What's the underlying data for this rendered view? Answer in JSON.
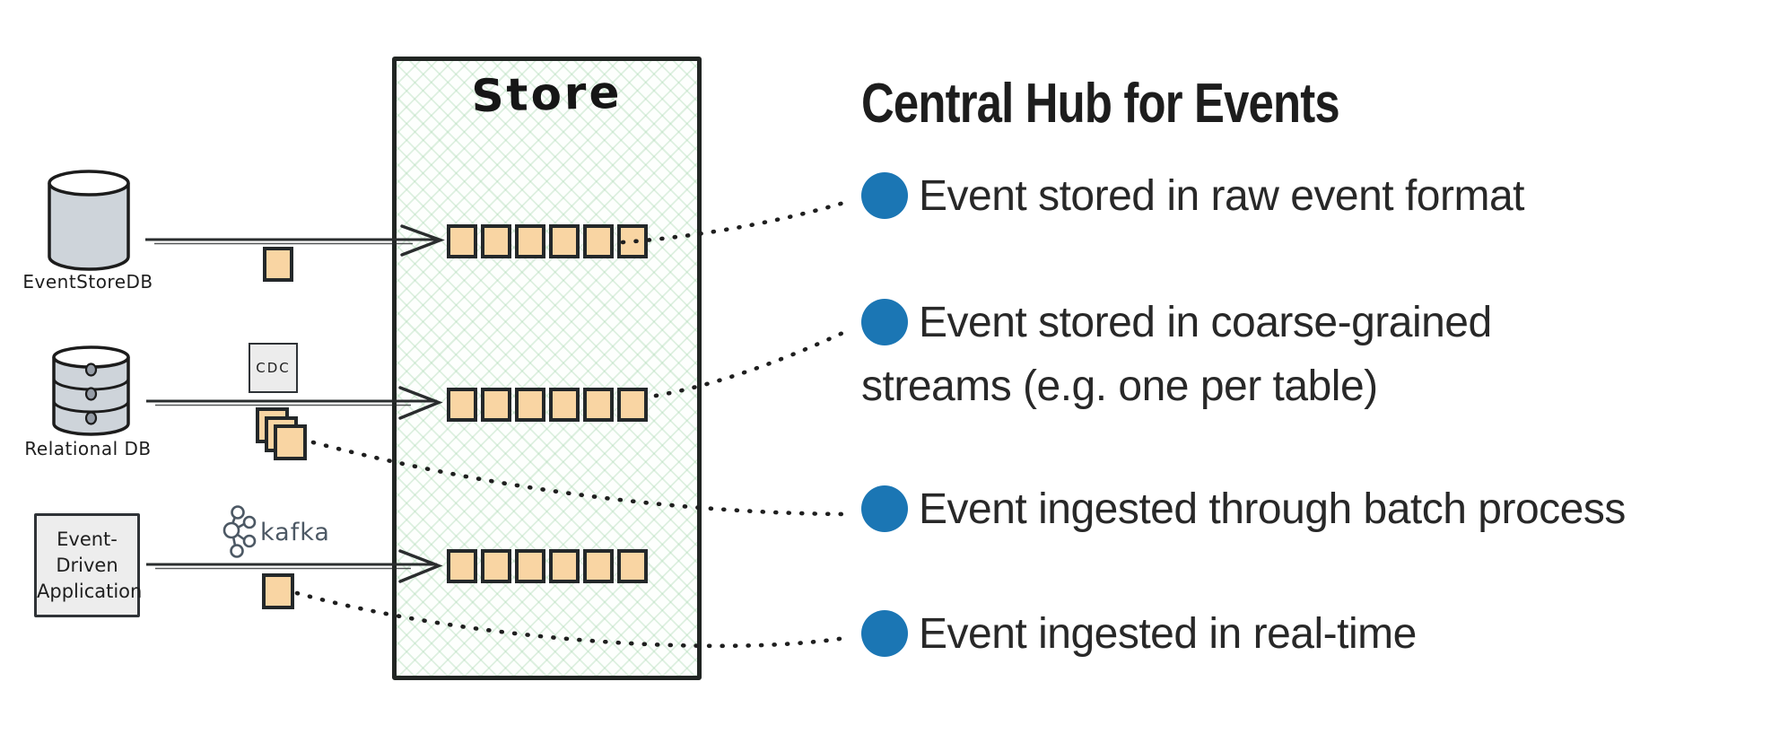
{
  "store": {
    "title": "Store"
  },
  "sources": {
    "eventstoredb": {
      "label": "EventStoreDB"
    },
    "relational_db": {
      "label": "Relational DB"
    },
    "event_driven_app": {
      "lines": [
        "Event-",
        "Driven",
        "Application"
      ]
    }
  },
  "connectors": {
    "cdc_label": "CDC",
    "kafka_label": "kafka"
  },
  "panel": {
    "title": "Central Hub for Events",
    "items": [
      {
        "text": "Event stored in raw event format"
      },
      {
        "line1": "Event stored in coarse-grained",
        "line2": "streams (e.g. one per table)"
      },
      {
        "text": "Event ingested through batch process"
      },
      {
        "text": "Event ingested in real-time"
      }
    ]
  },
  "colors": {
    "bullet_blue": "#1b76b4",
    "event_square_orange": "#f9d5a3",
    "store_hatch_green": "#aad8b2",
    "ink_black": "#212523",
    "kafka_gray": "#4c5864",
    "db_gray": "#ced4da"
  }
}
